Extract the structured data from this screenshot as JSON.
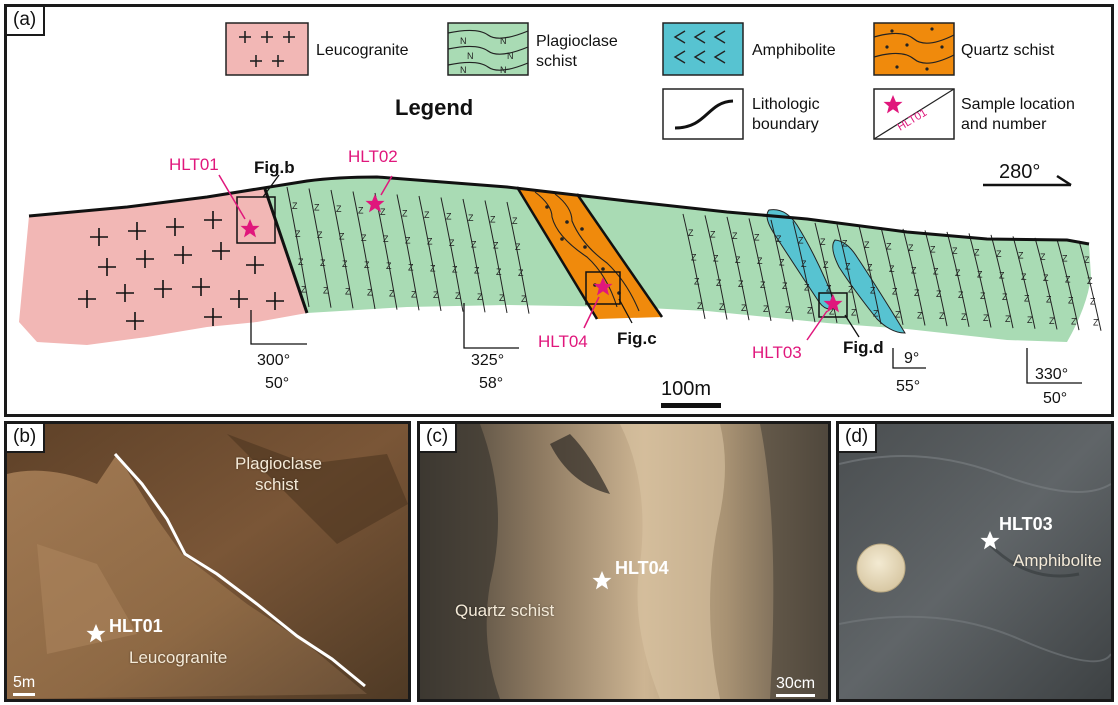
{
  "panels": {
    "a": {
      "tag": "(a)"
    },
    "b": {
      "tag": "(b)",
      "label_plagioclase_1": "Plagioclase",
      "label_plagioclase_2": "schist",
      "sample": "HLT01",
      "label_rock": "Leucogranite",
      "scale": "5m"
    },
    "c": {
      "tag": "(c)",
      "sample": "HLT04",
      "label_rock": "Quartz schist",
      "scale": "30cm"
    },
    "d": {
      "tag": "(d)",
      "sample": "HLT03",
      "label_rock": "Amphibolite"
    }
  },
  "legend": {
    "title": "Legend",
    "leucogranite": "Leucogranite",
    "plagioclase_1": "Plagioclase",
    "plagioclase_2": "schist",
    "amphibolite": "Amphibolite",
    "quartz_schist": "Quartz schist",
    "boundary_1": "Lithologic",
    "boundary_2": "boundary",
    "sample_1": "Sample location",
    "sample_2": "and number",
    "sample_symbol_text": "HLT01"
  },
  "map": {
    "direction": "280°",
    "scale": "100m",
    "samples": [
      "HLT01",
      "HLT02",
      "HLT04",
      "HLT03"
    ],
    "fig_refs": [
      "Fig.b",
      "Fig.c",
      "Fig.d"
    ],
    "attitudes": [
      {
        "strike": "300°",
        "dip": "50°"
      },
      {
        "strike": "325°",
        "dip": "58°"
      },
      {
        "strike": "9°",
        "dip": "55°"
      },
      {
        "strike": "330°",
        "dip": "50°"
      }
    ]
  },
  "colors": {
    "leucogranite": "#f2b7b5",
    "plagioclase_schist": "#a9dbb4",
    "amphibolite": "#57c3d1",
    "quartz_schist": "#f08a0c",
    "sample_star": "#e0177c",
    "sample_text": "#e0177c"
  }
}
